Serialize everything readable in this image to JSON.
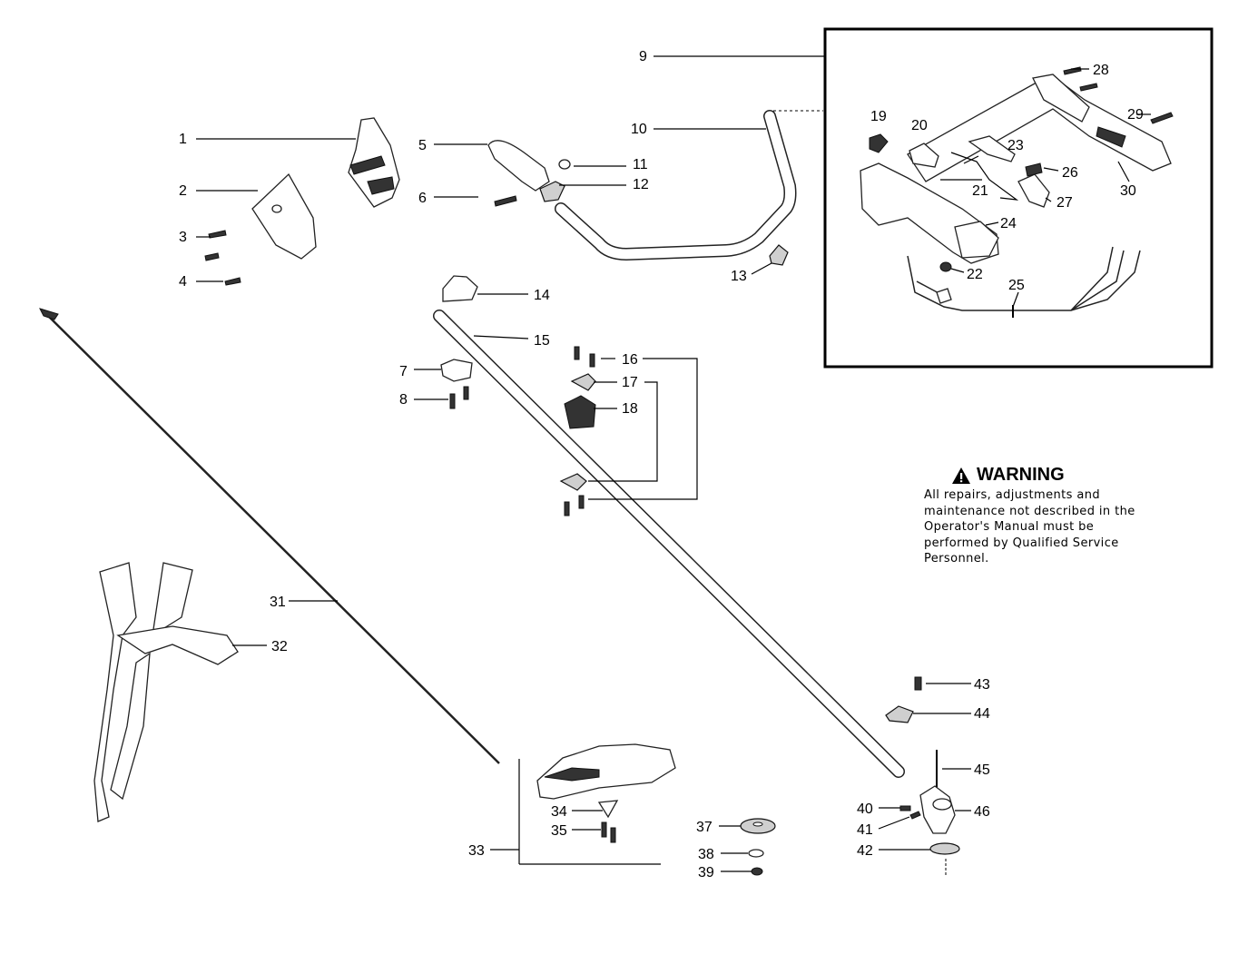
{
  "labels": {
    "l1": "1",
    "l2": "2",
    "l3": "3",
    "l4": "4",
    "l5": "5",
    "l6": "6",
    "l7": "7",
    "l8": "8",
    "l9": "9",
    "l10": "10",
    "l11": "11",
    "l12": "12",
    "l13": "13",
    "l14": "14",
    "l15": "15",
    "l16": "16",
    "l17": "17",
    "l18": "18",
    "l19": "19",
    "l20": "20",
    "l21": "21",
    "l22": "22",
    "l23": "23",
    "l24": "24",
    "l25": "25",
    "l26": "26",
    "l27": "27",
    "l28": "28",
    "l29": "29",
    "l30": "30",
    "l31": "31",
    "l32": "32",
    "l33": "33",
    "l34": "34",
    "l35": "35",
    "l36": "37",
    "l38": "38",
    "l39": "39",
    "l40": "40",
    "l41": "41",
    "l42": "42",
    "l43": "43",
    "l44": "44",
    "l45": "45",
    "l46": "46"
  },
  "warning": {
    "title": "WARNING",
    "text": "All repairs, adjustments and maintenance not described in the Operator's Manual must be performed by Qualified Service Personnel."
  }
}
